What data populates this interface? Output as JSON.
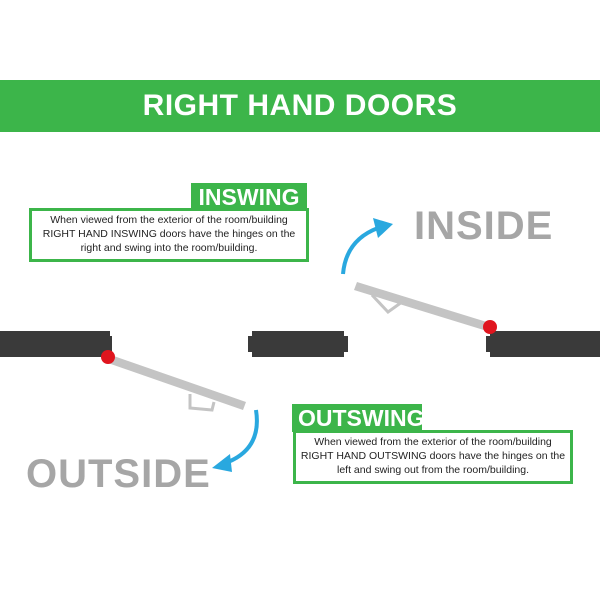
{
  "header": {
    "title": "RIGHT HAND DOORS"
  },
  "inswing": {
    "tag": "INSWING",
    "lines": [
      "When viewed from the exterior of the room/building",
      "RIGHT HAND INSWING doors have the hinges on the",
      "right and swing into the room/building."
    ]
  },
  "outswing": {
    "tag": "OUTSWING",
    "lines": [
      "When viewed from the exterior of the room/building",
      "RIGHT HAND OUTSWING doors have the hinges on the",
      "left and swing out from the room/building."
    ]
  },
  "labels": {
    "inside": "INSIDE",
    "outside": "OUTSIDE"
  },
  "colors": {
    "brand_green": "#3cb54a",
    "wall": "#3a3a3a",
    "door": "#c4c4c4",
    "hinge": "#e0151e",
    "arrow": "#29a8df",
    "label_gray": "#a6a6a6"
  }
}
